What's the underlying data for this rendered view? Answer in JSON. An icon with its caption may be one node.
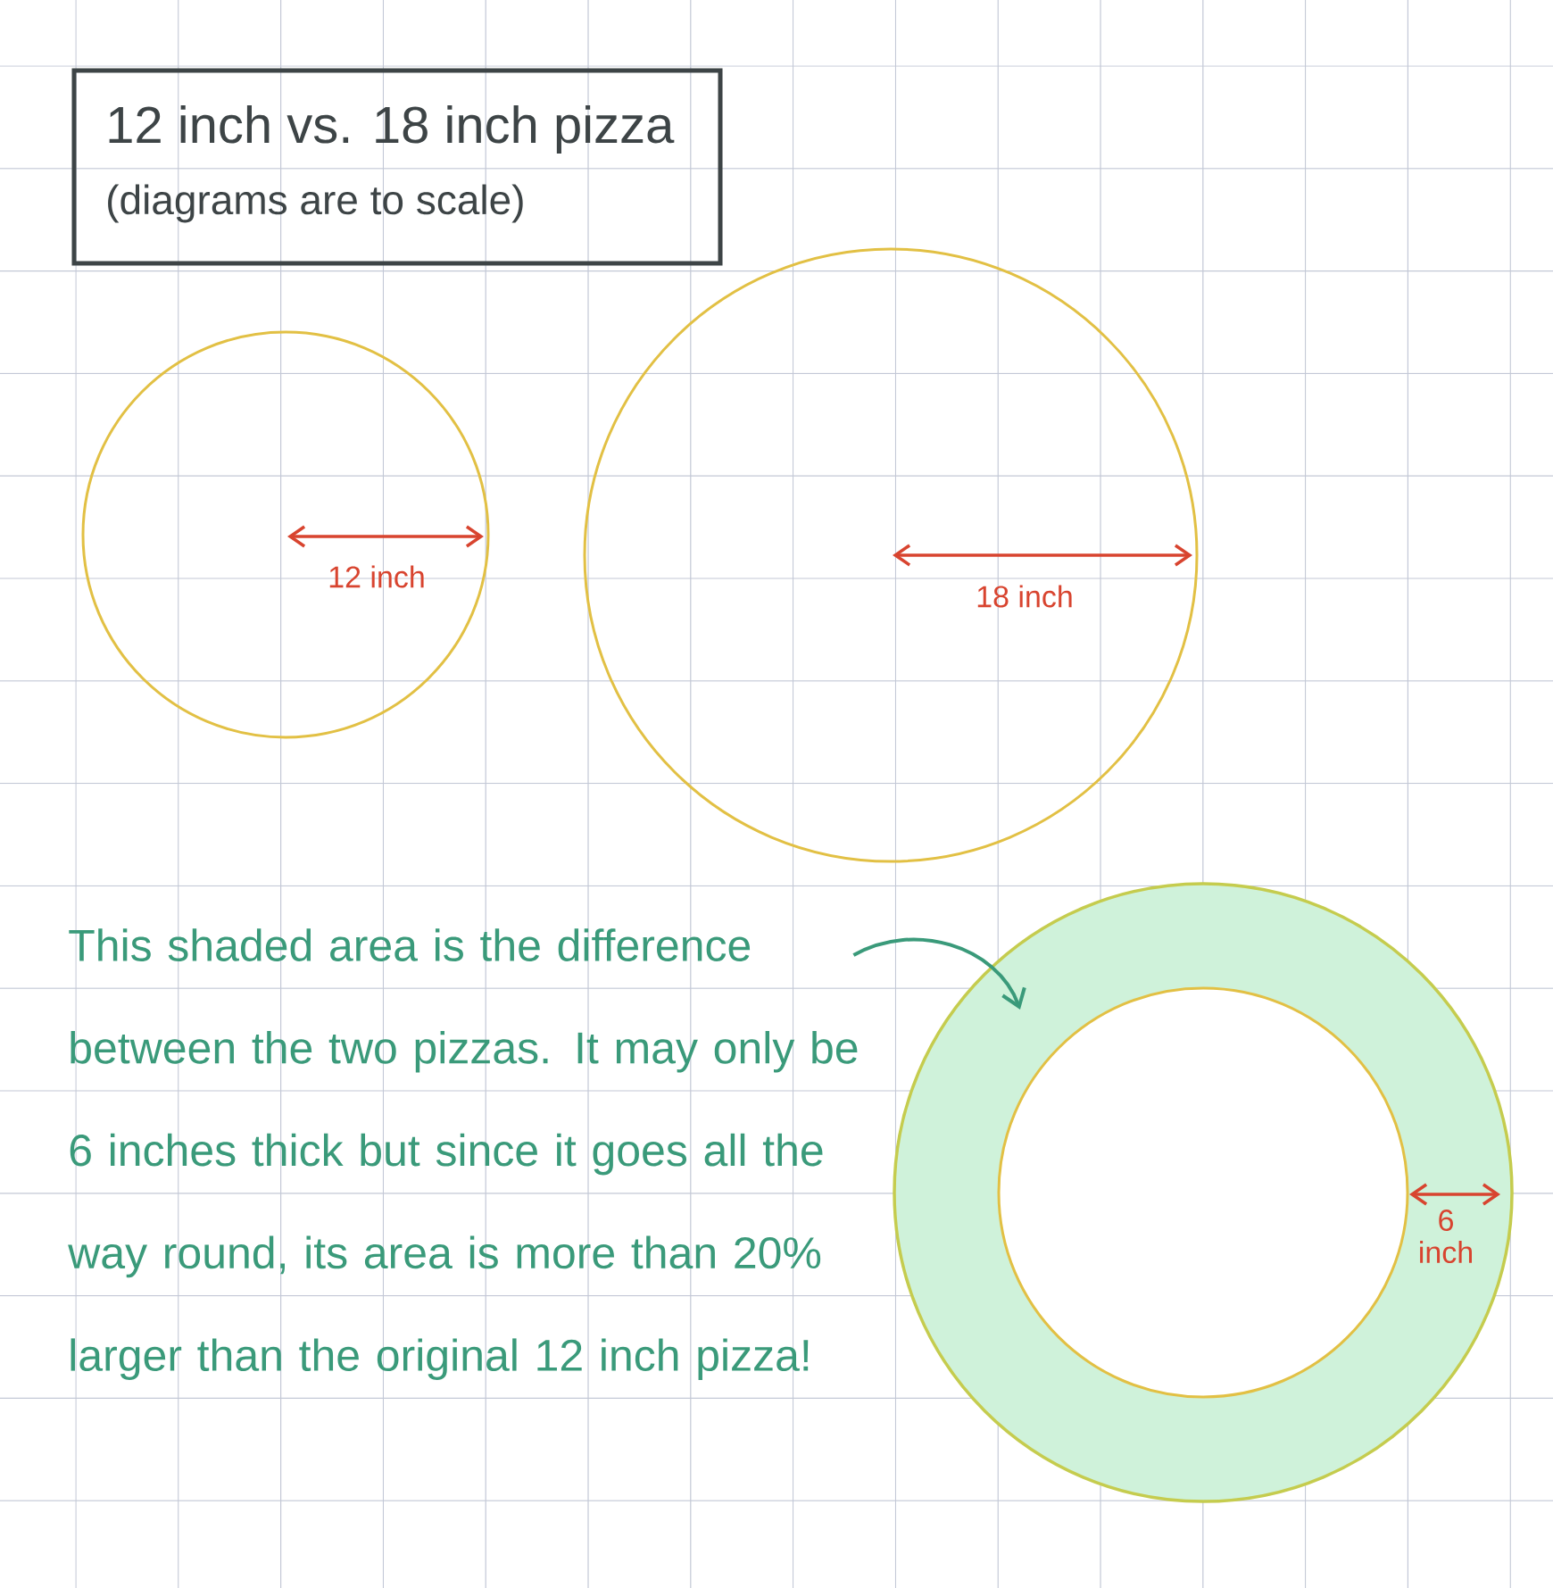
{
  "diagram": {
    "nodes": [
      {
        "text": [
          "12 inch vs. 18 inch pizza",
          "(diagrams are to scale)"
        ]
      },
      {
        "text": [
          "This shaded area is the difference between the two pizzas. It may only be 6 inches thick but since it goes all the way round, its area is more than 20% larger than the original 12 inch pizza!"
        ]
      },
      {
        "text": [],
        "shape": "circle"
      }
    ],
    "edges": [
      {
        "from": 1,
        "to": 2,
        "arrow": "to"
      }
    ],
    "labels": [
      "12 inch",
      "18 inch",
      "6 inch"
    ]
  }
}
